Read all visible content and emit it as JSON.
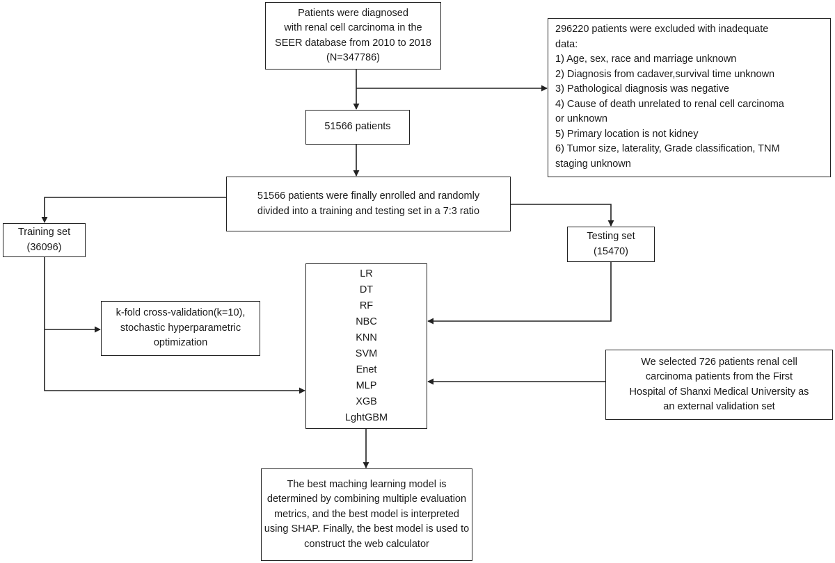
{
  "boxes": {
    "seer": {
      "lines": [
        "Patients were diagnosed",
        "with renal cell carcinoma in the",
        "SEER database from 2010 to 2018",
        "(N=347786)"
      ]
    },
    "excluded": {
      "lines": [
        "296220 patients were excluded with inadequate",
        "data:",
        "1) Age, sex, race and marriage unknown",
        "2) Diagnosis from cadaver,survival time unknown",
        "3) Pathological diagnosis was negative",
        "4) Cause of death unrelated to renal cell carcinoma",
        "or unknown",
        "5) Primary location is not kidney",
        "6) Tumor size, laterality, Grade classification, TNM",
        "staging unknown"
      ]
    },
    "patients_51566": {
      "lines": [
        "51566 patients"
      ]
    },
    "enrolled": {
      "lines": [
        "51566  patients were finally enrolled and randomly",
        "divided into a training and testing set in a 7:3 ratio"
      ]
    },
    "training": {
      "lines": [
        "Training set",
        "(36096)"
      ]
    },
    "testing": {
      "lines": [
        "Testing set",
        "(15470)"
      ]
    },
    "models": {
      "lines": [
        "LR",
        "DT",
        "RF",
        "NBC",
        "KNN",
        "SVM",
        "Enet",
        "MLP",
        "XGB",
        "LghtGBM"
      ]
    },
    "kfold": {
      "lines": [
        "k-fold cross-validation(k=10),",
        "stochastic hyperparametric",
        "optimization"
      ]
    },
    "external": {
      "lines": [
        "We selected 726 patients renal cell",
        "carcinoma patients from the First",
        "Hospital of Shanxi Medical University as",
        "an external validation set"
      ]
    },
    "final": {
      "lines": [
        "The best maching learning model is",
        "determined by combining multiple evaluation",
        "metrics, and the best model is interpreted",
        "using SHAP. Finally, the best model is used to",
        "construct the web calculator"
      ]
    }
  },
  "style": {
    "line_color": "#222222",
    "box_border": "#222222",
    "text_color": "#1a1a1a",
    "background": "#ffffff"
  }
}
